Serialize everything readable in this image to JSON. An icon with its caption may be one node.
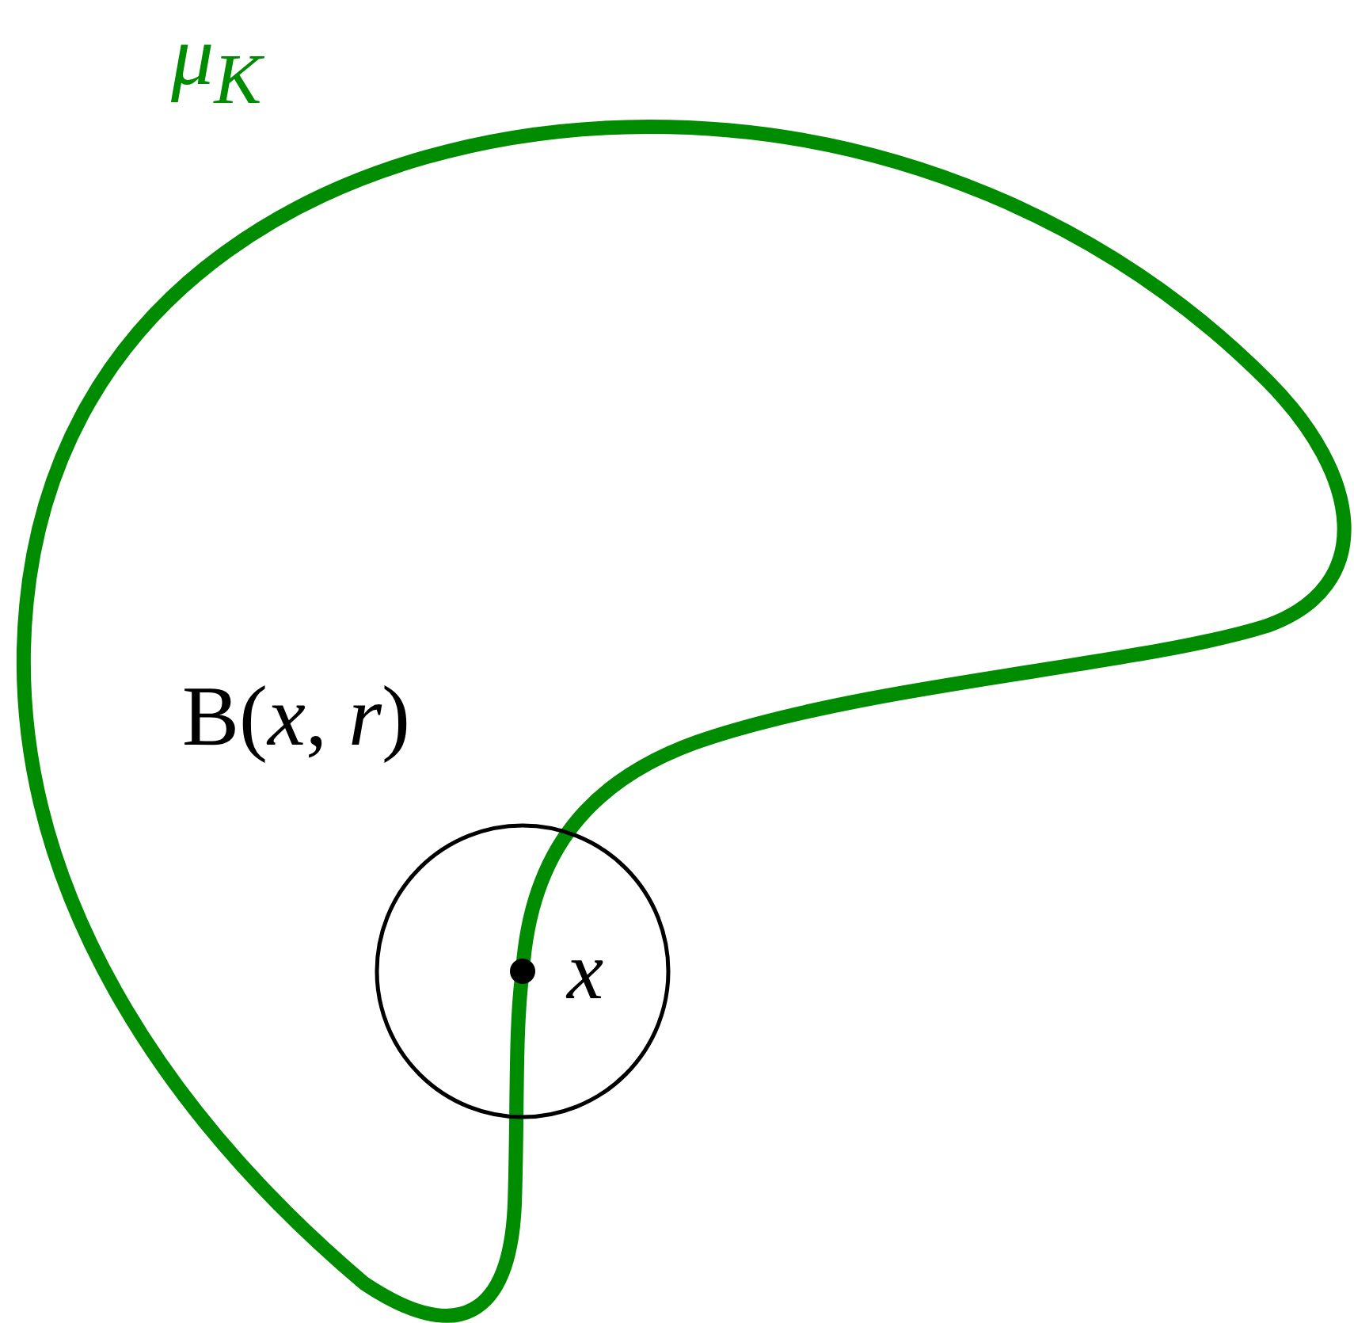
{
  "diagram": {
    "labels": [
      "μ$_{K}$",
      "B(*x*, *r*)",
      "x"
    ]
  }
}
